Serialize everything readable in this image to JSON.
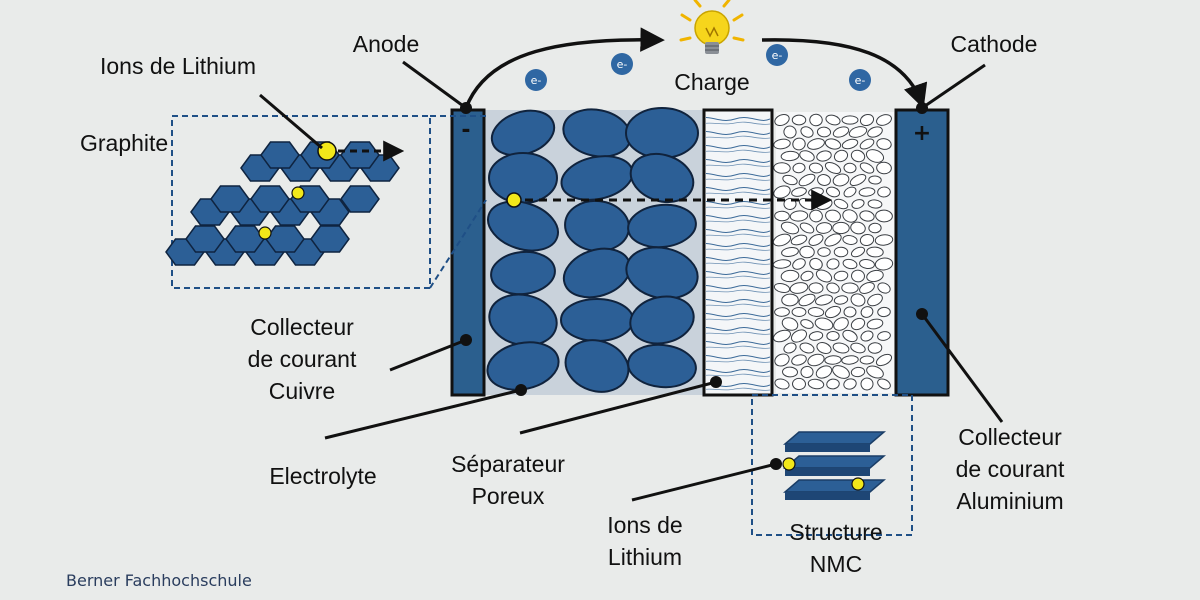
{
  "labels": {
    "anode": "Anode",
    "cathode": "Cathode",
    "charge": "Charge",
    "lithium_ions_top": "Ions de Lithium",
    "graphite": "Graphite",
    "copper_collector": [
      "Collecteur",
      "de courant",
      "Cuivre"
    ],
    "electrolyte": "Electrolyte",
    "separator": [
      "Séparateur",
      "Poreux"
    ],
    "lithium_ions_bottom": [
      "Ions de",
      "Lithium"
    ],
    "nmc_structure": [
      "Structure",
      "NMC"
    ],
    "aluminium_collector": [
      "Collecteur",
      "de courant",
      "Aluminium"
    ],
    "minus_sign": "-",
    "plus_sign": "+",
    "electron": "e-"
  },
  "footer": "Berner Fachhochschule",
  "colors": {
    "background": "#e9ebea",
    "collector": "#2b5f8e",
    "particle": "#2c5f96",
    "ion": "#f2e81a",
    "electron": "#2f67a3",
    "electrolyte": "#c9d2db",
    "footer_text": "#2a3d5e"
  },
  "icons": [
    "light-bulb-icon",
    "electron-icon",
    "lithium-ion-icon"
  ]
}
